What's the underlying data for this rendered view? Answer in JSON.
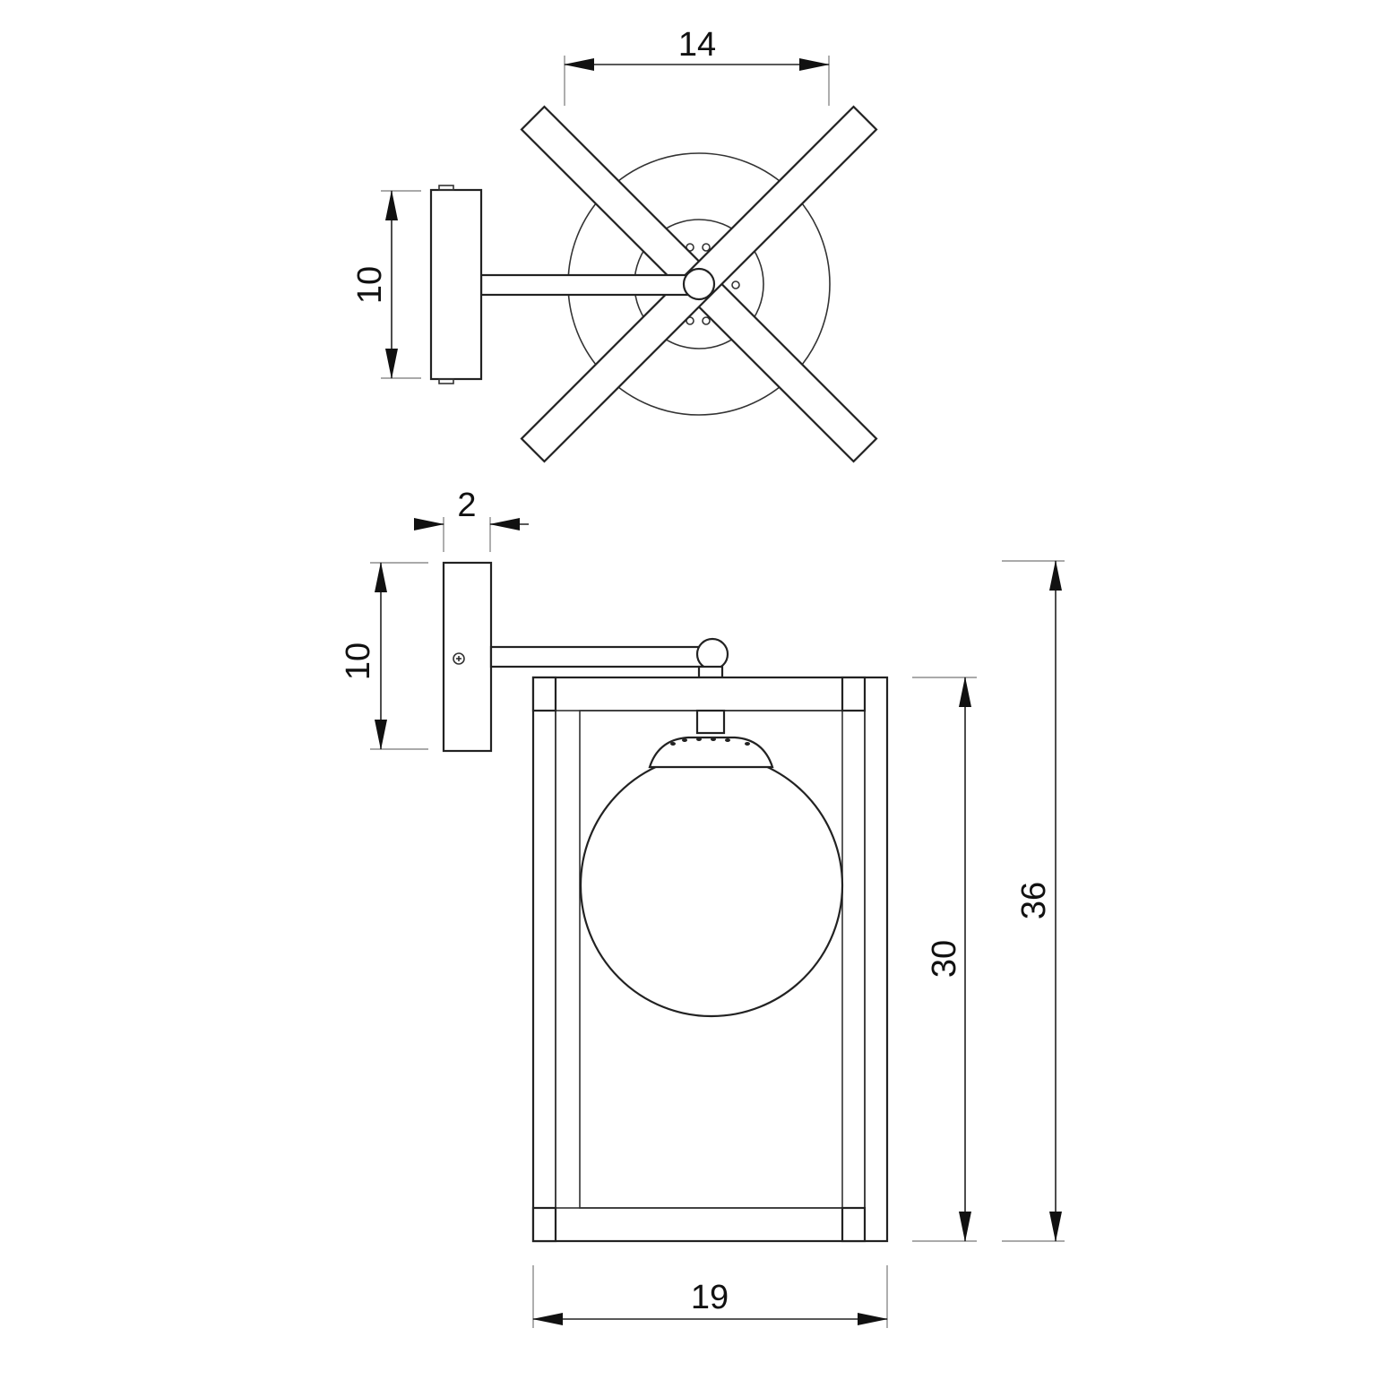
{
  "drawing": {
    "top_view": {
      "width_label": "14",
      "plate_height_label": "10"
    },
    "side_view": {
      "plate_depth_label": "2",
      "plate_height_label": "10",
      "frame_height_label": "30",
      "total_height_label": "36",
      "frame_width_label": "19"
    },
    "line_color": "#222222",
    "background": "#ffffff"
  }
}
